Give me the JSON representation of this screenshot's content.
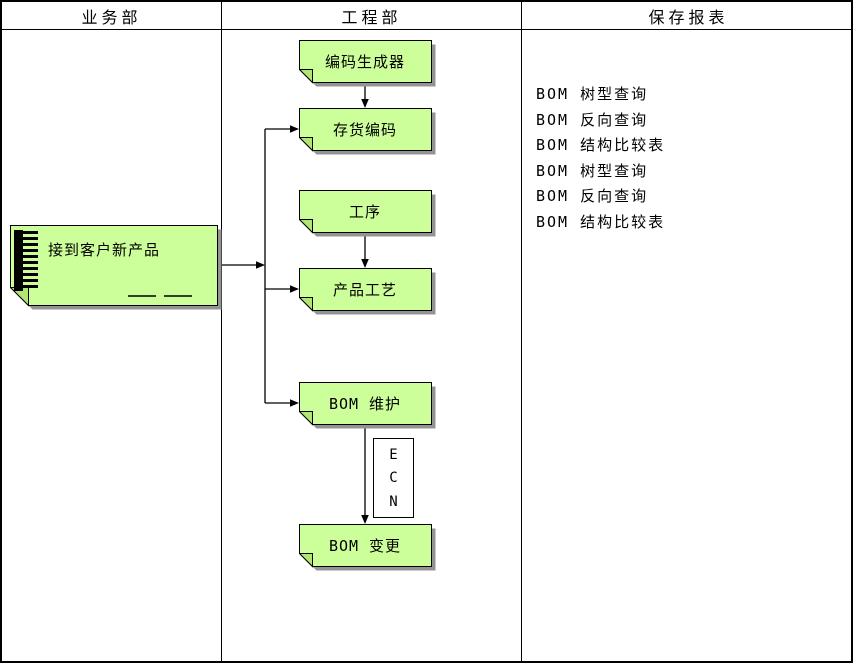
{
  "columns": {
    "business": "业务部",
    "engineering": "工程部",
    "reports": "保存报表"
  },
  "document_node": {
    "label": "接到客户新产品"
  },
  "nodes": {
    "code_generator": "编码生成器",
    "inventory_code": "存货编码",
    "operation": "工序",
    "product_process": "产品工艺",
    "bom_maintenance": "BOM 维护",
    "bom_change": "BOM 变更"
  },
  "ecn": {
    "letters": [
      "E",
      "C",
      "N"
    ]
  },
  "reports": [
    "BOM 树型查询",
    "BOM 反向查询",
    "BOM 结构比较表",
    "BOM 树型查询",
    "BOM 反向查询",
    "BOM 结构比较表"
  ],
  "colors": {
    "node_fill": "#ccff99",
    "node_fold": "#b2e673",
    "shadow": "#949494",
    "border": "#000000"
  }
}
